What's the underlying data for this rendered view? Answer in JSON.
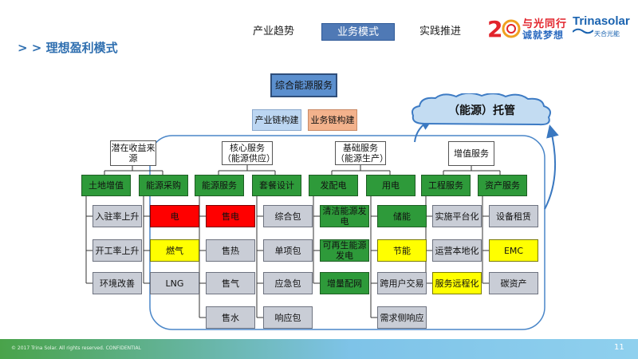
{
  "nav": {
    "tab1": "产业趋势",
    "tab2": "业务模式",
    "tab3": "实践推进"
  },
  "page_title": "> > 理想盈利模式",
  "logo": {
    "anniv_line1": "与光同行",
    "anniv_line2": "诚就梦想",
    "brand": "Trinasolar",
    "brand_sub": "天合光能"
  },
  "diagram": {
    "top": "综合能源服务",
    "chain_industry": "产业链构建",
    "chain_business": "业务链构建",
    "cloud": "（能源）托管",
    "categories": {
      "c1": "潜在收益来源",
      "c2_l1": "核心服务",
      "c2_l2": "（能源供应）",
      "c3_l1": "基础服务",
      "c3_l2": "（能源生产）",
      "c4": "增值服务"
    },
    "subs": [
      "土地增值",
      "能源采购",
      "能源服务",
      "套餐设计",
      "发配电",
      "用电",
      "工程服务",
      "资产服务"
    ],
    "col1": [
      "入驻率上升",
      "开工率上升",
      "环境改善"
    ],
    "col2": [
      "电",
      "燃气",
      "LNG"
    ],
    "col3": [
      "售电",
      "售热",
      "售气",
      "售水"
    ],
    "col4": [
      "综合包",
      "单项包",
      "应急包",
      "响应包"
    ],
    "col5": [
      "清洁能源发电",
      "可再生能源发电",
      "增量配网"
    ],
    "col6": [
      "储能",
      "节能",
      "跨用户交易",
      "需求侧响应"
    ],
    "col7": [
      "实施平台化",
      "运营本地化",
      "服务远程化"
    ],
    "col8": [
      "设备租赁",
      "EMC",
      "碳资产"
    ]
  },
  "footer": {
    "copyright": "© 2017 Trina Solar. All rights reserved. CONFIDENTIAL",
    "page": "11"
  },
  "colors": {
    "green": "#2e9a3a",
    "grey": "#c9cdd6",
    "red": "#ff0000",
    "yellow": "#ffff00",
    "header_blue": "#5b8fce",
    "accent_blue": "#2f6fb0"
  }
}
